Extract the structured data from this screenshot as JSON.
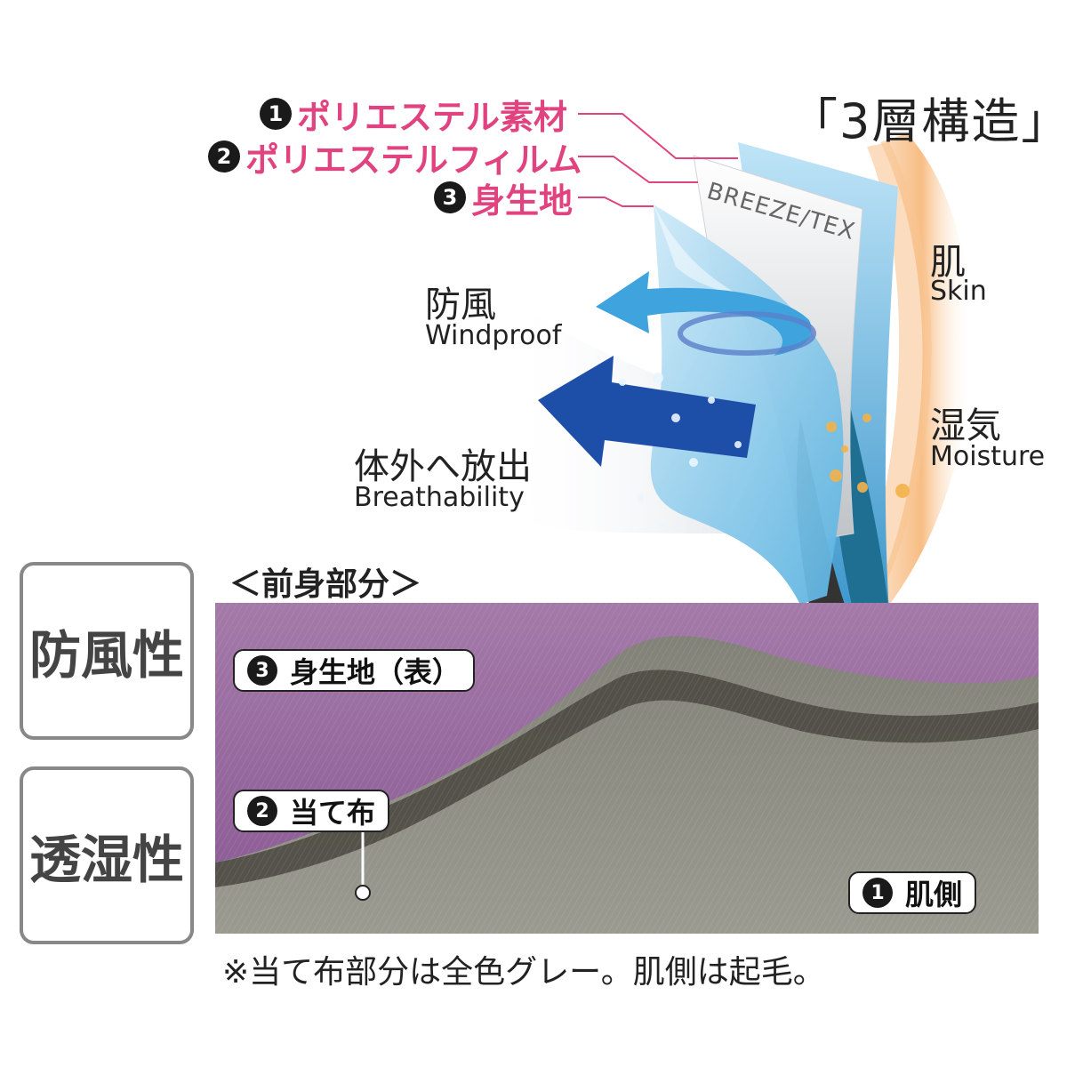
{
  "heading": "「3層構造」",
  "layers": [
    {
      "num": "1",
      "label": "ポリエステル素材"
    },
    {
      "num": "2",
      "label": "ポリエステルフィルム"
    },
    {
      "num": "3",
      "label": "身生地"
    }
  ],
  "brand_mark": "BREEZE/TEX",
  "features": {
    "windproof_jp": "防風",
    "windproof_en": "Windproof",
    "release_jp": "体外へ放出",
    "release_en": "Breathability",
    "skin_jp": "肌",
    "skin_en": "Skin",
    "moisture_jp": "湿気",
    "moisture_en": "Moisture"
  },
  "side_boxes": {
    "box1": "防風性",
    "box2": "透湿性"
  },
  "front": {
    "title": "＜前身部分＞",
    "callouts": [
      {
        "num": "3",
        "label": "身生地（表）"
      },
      {
        "num": "2",
        "label": "当て布"
      },
      {
        "num": "1",
        "label": "肌側"
      }
    ]
  },
  "note": "※当て布部分は全色グレー。肌側は起毛。",
  "colors": {
    "label_pink": "#e0437f",
    "fabric_purple": "#9a6ba0",
    "fabric_gray": "#8a8a80",
    "layer_blue": "#4aa6d8",
    "arrow_navy": "#1d4fa8",
    "skin_orange": "#f7b677"
  }
}
